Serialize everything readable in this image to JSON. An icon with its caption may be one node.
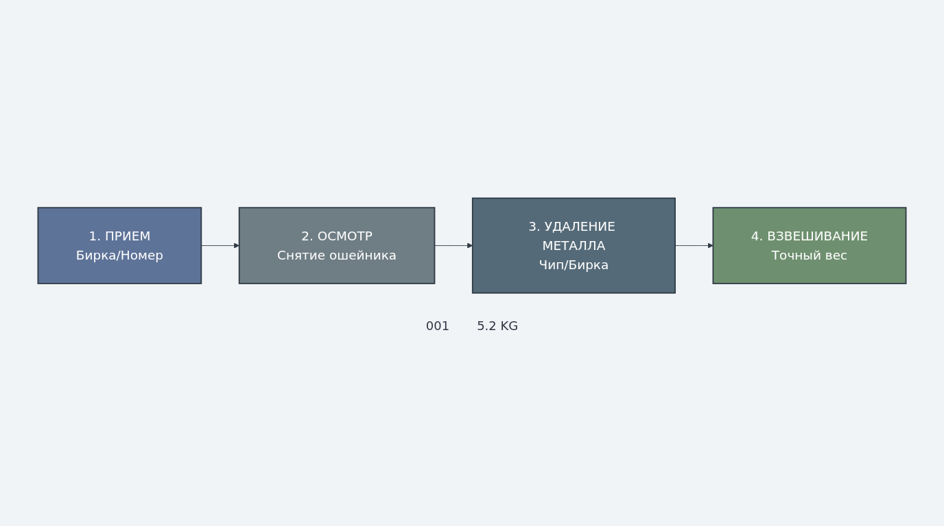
{
  "diagram": {
    "nodes": [
      {
        "text": [
          "1. ПРИЕМ",
          "Бирка/Номер"
        ]
      },
      {
        "text": [
          "2. ОСМОТР",
          "Снятие ошейника"
        ]
      },
      {
        "text": [
          "3. УДАЛЕНИЕ МЕТАЛЛА",
          "Чип/Бирка"
        ]
      },
      {
        "text": [
          "4. ВЗВЕШИВАНИЕ",
          "Точный вес"
        ]
      }
    ],
    "edges": [
      {
        "from": 0,
        "to": 1,
        "arrow": "to"
      },
      {
        "from": 1,
        "to": 2,
        "arrow": "to"
      },
      {
        "from": 2,
        "to": 3,
        "arrow": "to"
      }
    ],
    "labels": [
      "001",
      "5.2 KG"
    ]
  }
}
